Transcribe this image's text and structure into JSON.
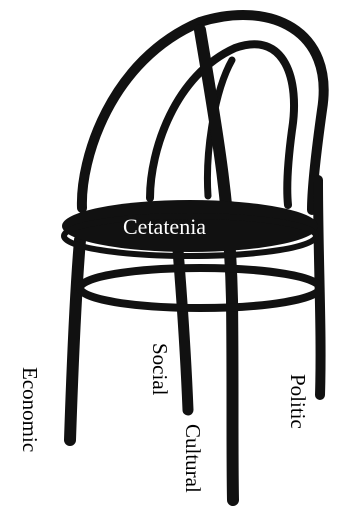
{
  "labels": {
    "seat": "Cetatenia",
    "leg_social": "Social",
    "leg_cultural": "Cultural",
    "leg_economic": "Economic",
    "leg_politic": "Politic"
  },
  "colors": {
    "chair": "#111111",
    "background": "#ffffff",
    "seat_text": "#ffffff"
  }
}
